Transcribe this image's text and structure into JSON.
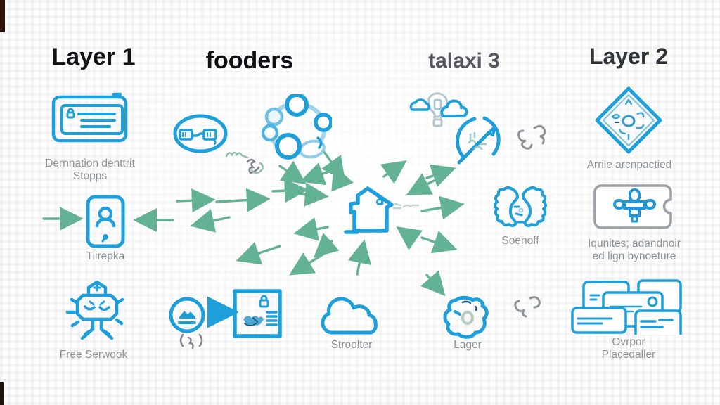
{
  "headers": {
    "h1": "Layer 1",
    "h2": "fooders",
    "h3": "talaxi 3",
    "h4": "Layer 2"
  },
  "labels": {
    "identity1": "Dernnation denttrit",
    "identity2": "Stopps",
    "phone": "Tiirepka",
    "robot": "Free Serwook",
    "soenoff": "Soenoff",
    "stroolter": "Stroolter",
    "lager": "Lager",
    "diamond": "Arrile arcnpactied",
    "person1": "Iqunites; adandnoir",
    "person2": "ed lign bynoeture",
    "windows1": "Ovrpor",
    "windows2": "Placedaller"
  },
  "icons": [
    "id-card-icon",
    "phone-user-icon",
    "robot-lamp-icon",
    "smart-glasses-icon",
    "network-ring-icon",
    "balloon-clouds-icon",
    "pencil-compass-icon",
    "house-icon",
    "squiggle-blob-icon",
    "cloud-icon",
    "rock-blob-icon",
    "coin-icon",
    "form-lock-icon",
    "diamond-pattern-icon",
    "person-card-icon",
    "window-stack-icon"
  ],
  "palette": {
    "icon_blue": "#1d9fdb",
    "icon_blue_light": "#8fcde9",
    "arrow_green": "#63b294",
    "label_gray": "#8d9297",
    "card_gray": "#9aa0a6"
  },
  "arrows": {
    "green_items": [
      [
        62,
        311,
        112,
        311
      ],
      [
        246,
        313,
        196,
        313
      ],
      [
        252,
        286,
        300,
        284
      ],
      [
        308,
        287,
        378,
        283
      ],
      [
        388,
        272,
        432,
        270
      ],
      [
        326,
        309,
        277,
        320
      ],
      [
        398,
        350,
        342,
        369
      ],
      [
        459,
        362,
        417,
        388
      ],
      [
        398,
        236,
        430,
        258
      ],
      [
        458,
        212,
        487,
        252
      ],
      [
        617,
        257,
        584,
        274
      ],
      [
        607,
        253,
        642,
        241
      ],
      [
        485,
        261,
        477,
        241
      ],
      [
        471,
        243,
        433,
        256
      ],
      [
        600,
        300,
        654,
        291
      ],
      [
        586,
        338,
        569,
        326
      ],
      [
        600,
        338,
        644,
        353
      ],
      [
        607,
        391,
        629,
        416
      ],
      [
        508,
        390,
        517,
        347
      ],
      [
        472,
        343,
        451,
        362
      ],
      [
        466,
        323,
        424,
        331
      ],
      [
        426,
        276,
        461,
        279
      ],
      [
        546,
        251,
        573,
        232
      ]
    ],
    "blue_item": [
      297,
      444,
      331,
      444
    ]
  }
}
